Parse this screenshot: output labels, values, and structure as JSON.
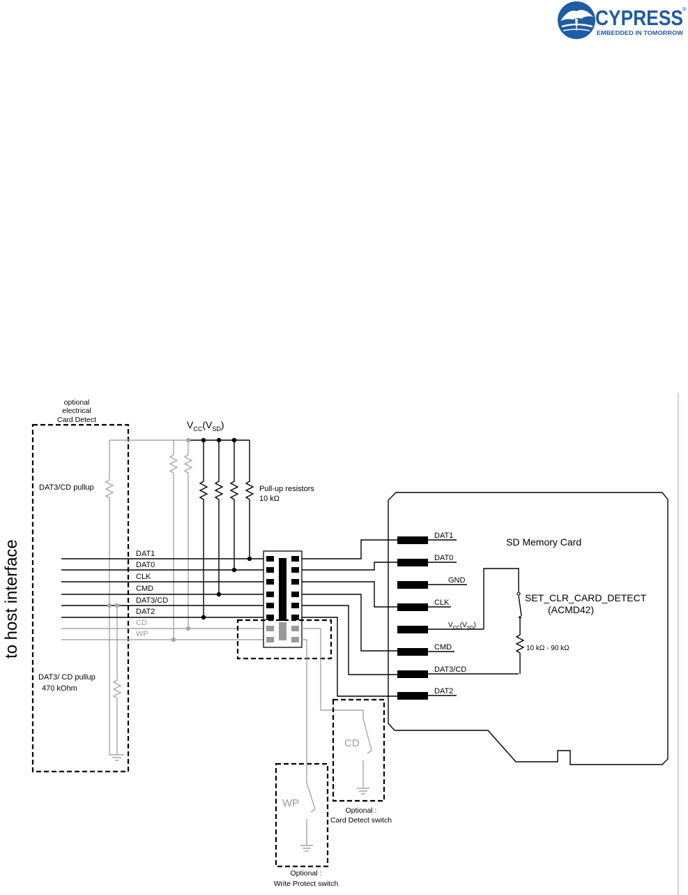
{
  "logo": {
    "wordmark": "CYPRESS",
    "tagline": "EMBEDDED IN TOMORROW",
    "brand_color": "#1f5ba6",
    "trademark": "®"
  },
  "diagram": {
    "side_label": "to host interface",
    "optional_detect_label": [
      "optional",
      "electrical",
      "Card Detect"
    ],
    "pullup_top_label": "DAT3/CD pullup",
    "pullup_bottom_label": [
      "DAT3/ CD pullup",
      "470 kOhm"
    ],
    "vcc_label": {
      "main": "V",
      "sub1": "CC",
      "mid": "(V",
      "sub2": "SD",
      "end": ")"
    },
    "pullup_resistors_label": [
      "Pull-up resistors",
      "10  kΩ"
    ],
    "host_signals": [
      "DAT1",
      "DAT0",
      "CLK",
      "CMD",
      "DAT3/CD",
      "DAT2",
      "CD",
      "WP"
    ],
    "card_title": "SD Memory Card",
    "card_pins": [
      "DAT1",
      "DAT0",
      "GND",
      "CLK",
      "VCC(VSD)",
      "CMD",
      "DAT3/CD",
      "DAT2"
    ],
    "card_vcc_label": {
      "main": "V",
      "sub1": "CC",
      "mid": "(V",
      "sub2": "SD",
      "end": ")"
    },
    "command_label": [
      "SET_CLR_CARD_DETECT",
      "(ACMD42)"
    ],
    "card_resistor_label": "10  kΩ - 90 kΩ",
    "cd_switch_label": "CD",
    "cd_caption": [
      "Optional :",
      "Card Detect switch"
    ],
    "wp_switch_label": "WP",
    "wp_caption": [
      "Optional :",
      "Write Protect switch"
    ],
    "colors": {
      "wire": "#000000",
      "optional_wire": "#a6a6a6"
    }
  }
}
